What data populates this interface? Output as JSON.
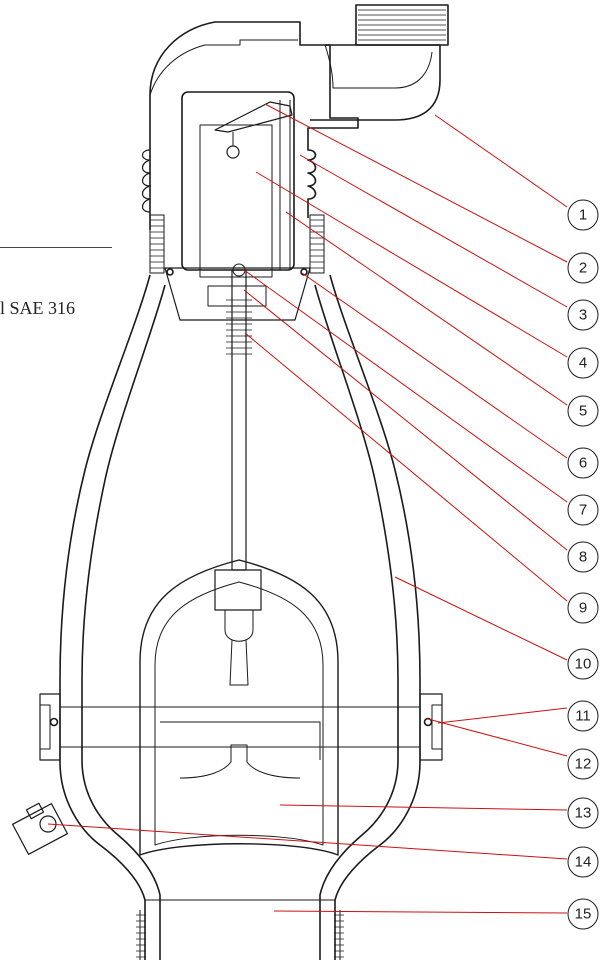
{
  "side_text": "l SAE 316",
  "colors": {
    "outline": "#1a1a1a",
    "leader": "#cc1111",
    "background": "#ffffff"
  },
  "callouts": [
    "1",
    "2",
    "3",
    "4",
    "5",
    "6",
    "7",
    "8",
    "9",
    "10",
    "11",
    "12",
    "13",
    "14",
    "15"
  ]
}
